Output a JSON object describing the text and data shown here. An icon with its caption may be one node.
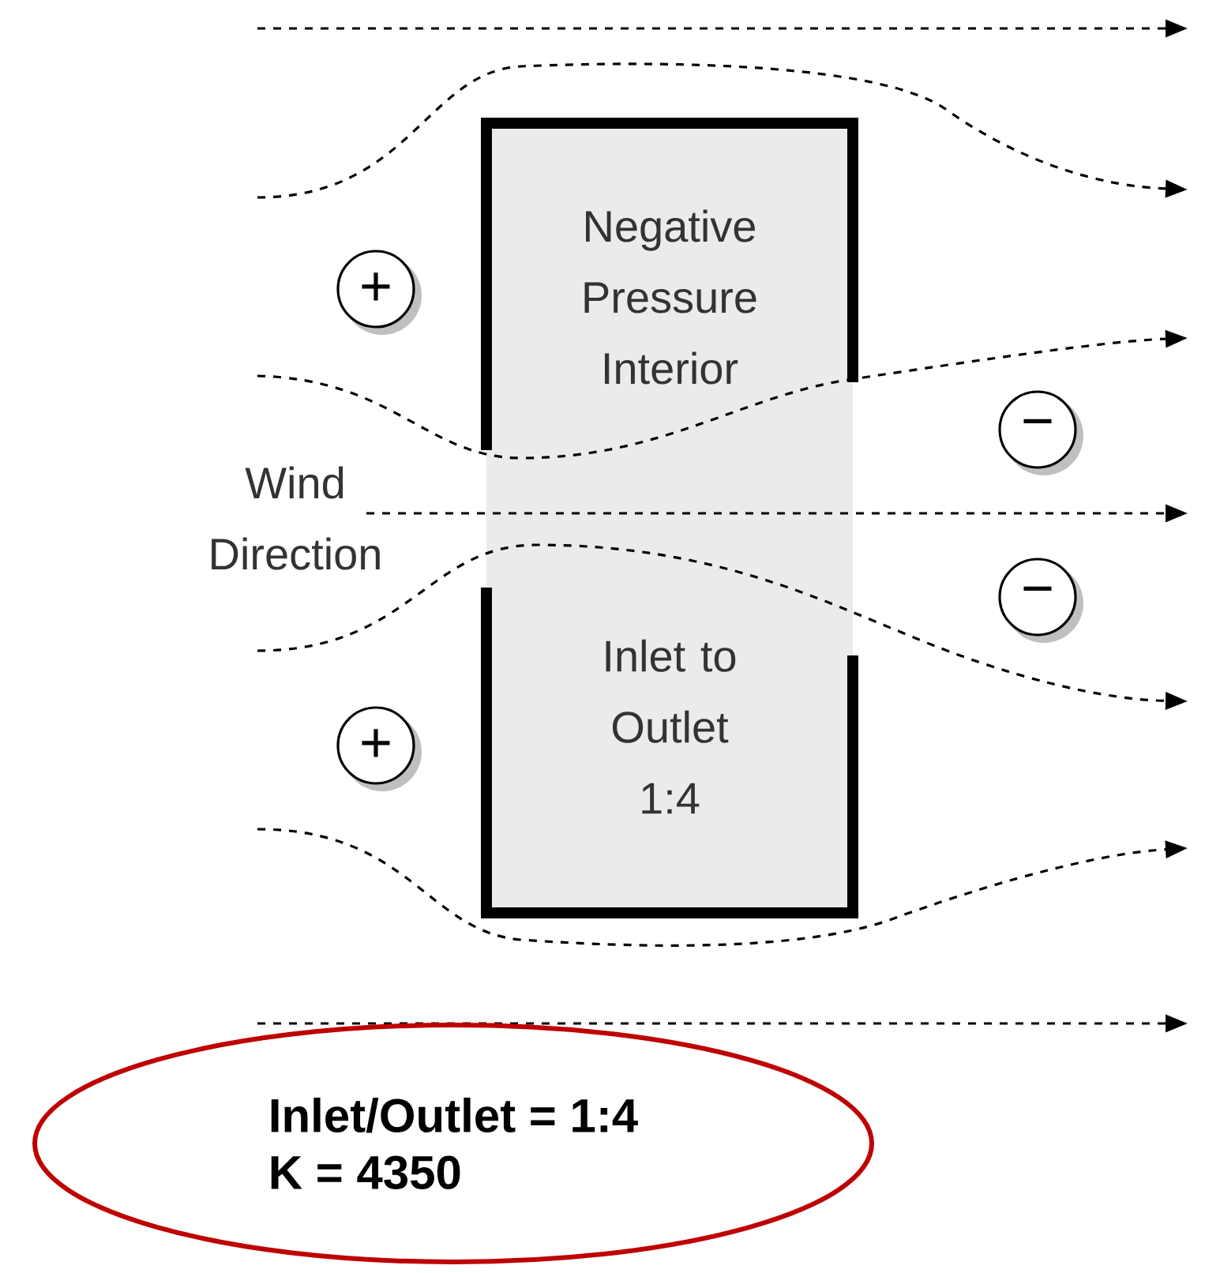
{
  "diagram": {
    "nodes": [
      {
        "text": [
          "Negative Pressure Interior"
        ]
      },
      {
        "text": [
          "Inlet to Outlet 1:4"
        ]
      },
      {
        "text": [
          "+"
        ]
      },
      {
        "text": [
          "−"
        ]
      },
      {
        "text": [
          "−"
        ]
      },
      {
        "text": [
          "+"
        ]
      },
      {
        "text": [
          "Inlet/Outlet = 1:4",
          "K = 4350"
        ]
      }
    ],
    "labels": [
      "Wind Direction"
    ]
  }
}
